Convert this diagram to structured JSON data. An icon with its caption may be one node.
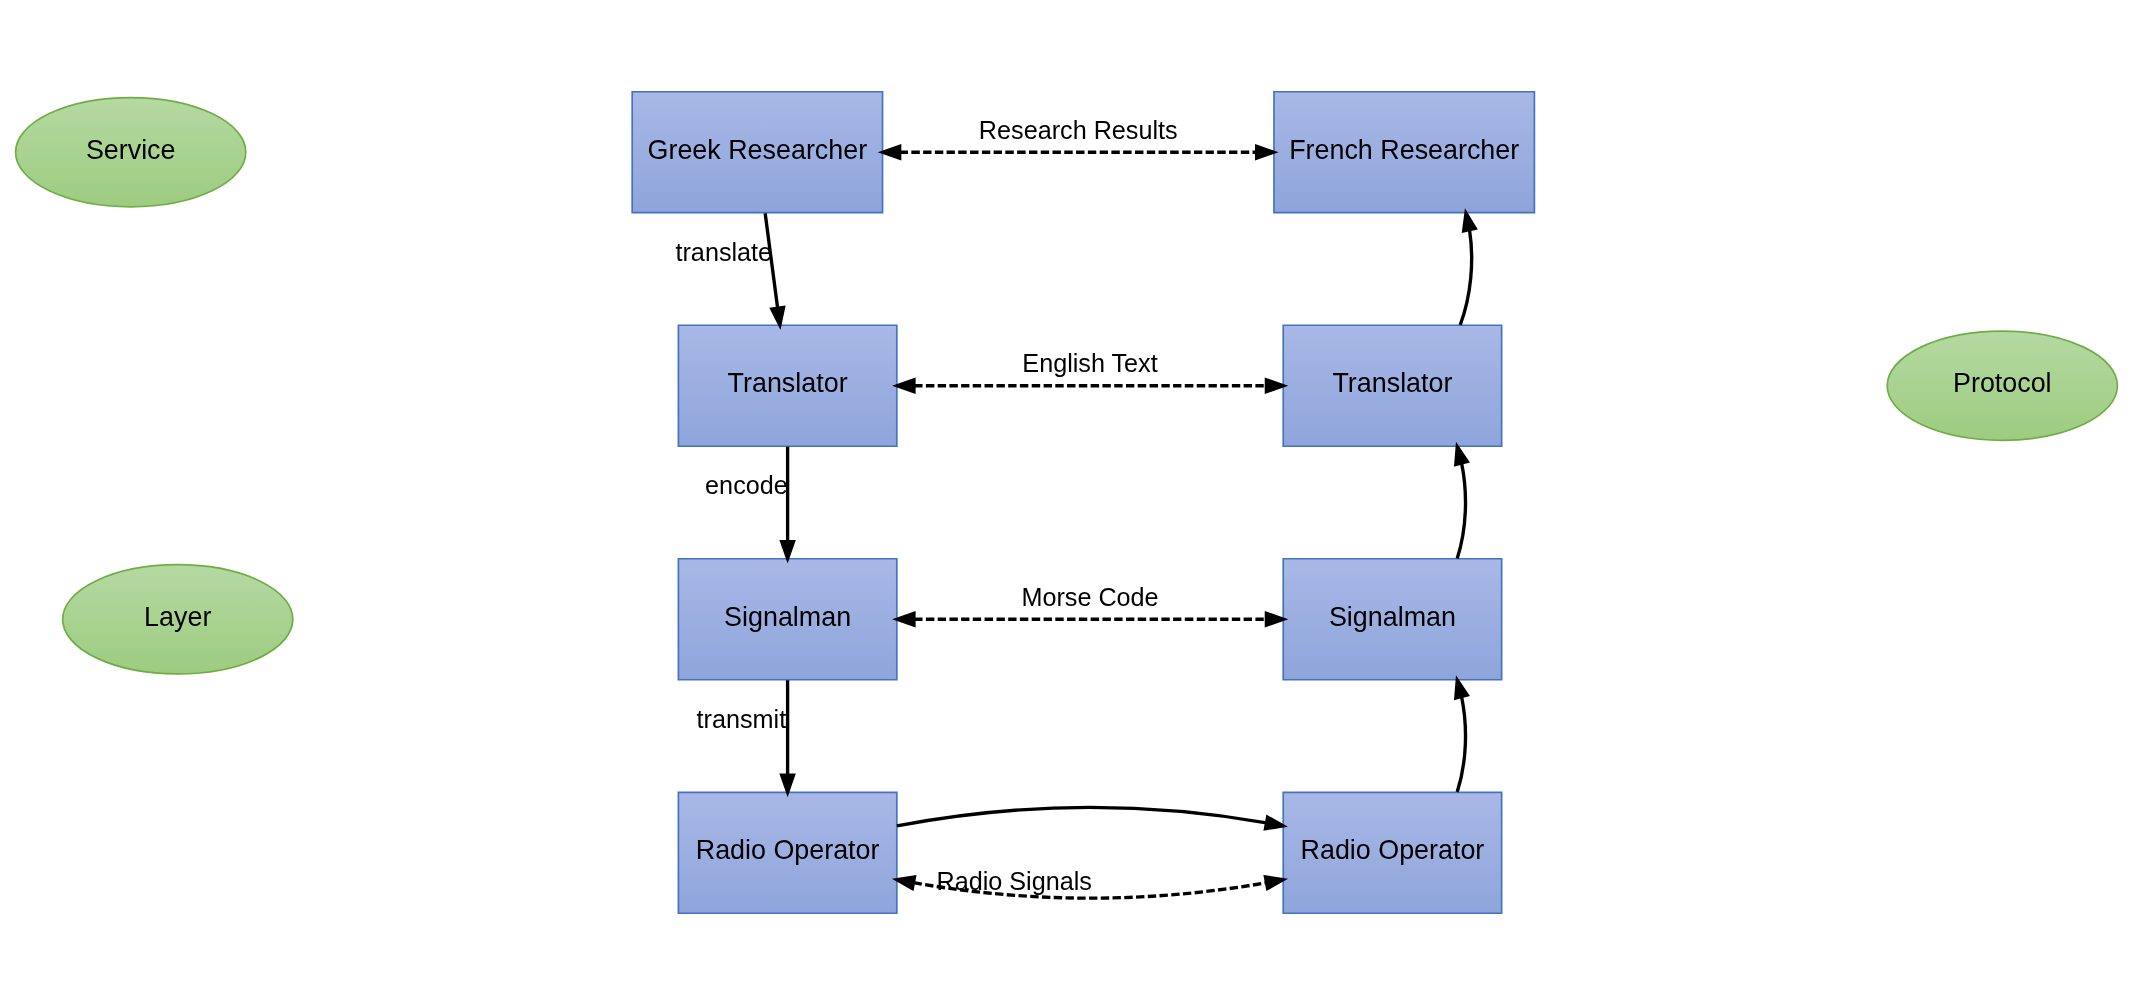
{
  "diagram": {
    "nodes": [
      {
        "text": [
          "Greek Researcher"
        ]
      },
      {
        "text": [
          "French Researcher"
        ]
      },
      {
        "text": [
          "Translator"
        ]
      },
      {
        "text": [
          "Translator"
        ]
      },
      {
        "text": [
          "Signalman"
        ]
      },
      {
        "text": [
          "Signalman"
        ]
      },
      {
        "text": [
          "Radio Operator"
        ]
      },
      {
        "text": [
          "Radio Operator"
        ]
      },
      {
        "text": [
          "Service"
        ]
      },
      {
        "text": [
          "Protocol"
        ]
      },
      {
        "text": [
          "Layer"
        ]
      }
    ],
    "edges": [
      {
        "from": 0,
        "to": 1,
        "arrow": "both",
        "style": "dashed",
        "label": "Research Results"
      },
      {
        "from": 0,
        "to": 2,
        "arrow": "to",
        "label": "translate"
      },
      {
        "from": 2,
        "to": 3,
        "arrow": "both",
        "style": "dashed",
        "label": "English Text"
      },
      {
        "from": 2,
        "to": 4,
        "arrow": "to",
        "label": "encode"
      },
      {
        "from": 4,
        "to": 5,
        "arrow": "both",
        "style": "dashed",
        "label": "Morse Code"
      },
      {
        "from": 4,
        "to": 6,
        "arrow": "to",
        "label": "transmit"
      },
      {
        "from": 6,
        "to": 7,
        "arrow": "both",
        "style": "dashed",
        "label": "Radio Signals"
      },
      {
        "from": 6,
        "to": 7,
        "arrow": "to"
      },
      {
        "from": 7,
        "to": 5,
        "arrow": "to"
      },
      {
        "from": 5,
        "to": 3,
        "arrow": "to"
      },
      {
        "from": 3,
        "to": 1,
        "arrow": "to"
      }
    ]
  }
}
